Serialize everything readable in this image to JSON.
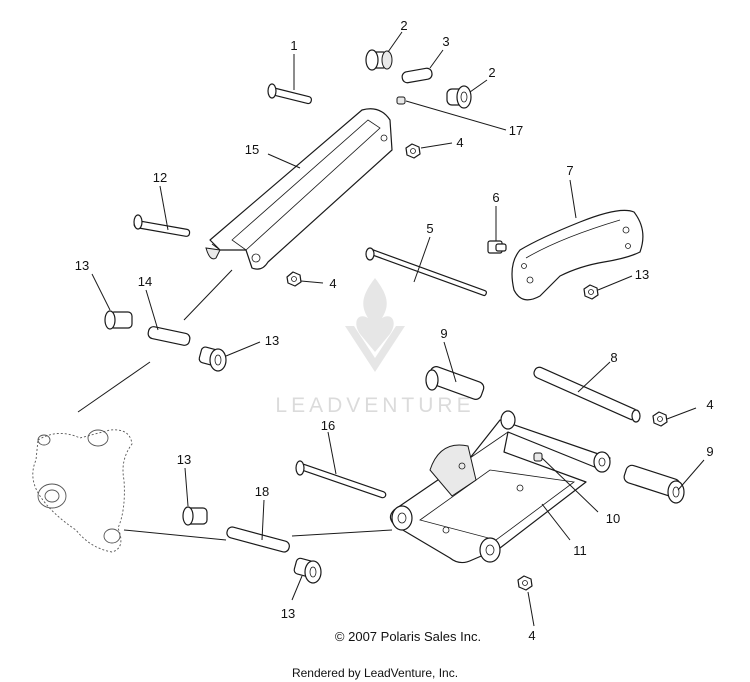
{
  "watermark": {
    "text": "LEADVENTURE"
  },
  "callouts": [
    "1",
    "2",
    "3",
    "2",
    "17",
    "4",
    "15",
    "12",
    "7",
    "6",
    "5",
    "13",
    "14",
    "4",
    "13",
    "9",
    "8",
    "4",
    "16",
    "9",
    "13",
    "18",
    "10",
    "11",
    "13",
    "4"
  ],
  "footer": {
    "copyright": "© 2007 Polaris Sales Inc.",
    "rendered_by": "Rendered by LeadVenture, Inc."
  }
}
